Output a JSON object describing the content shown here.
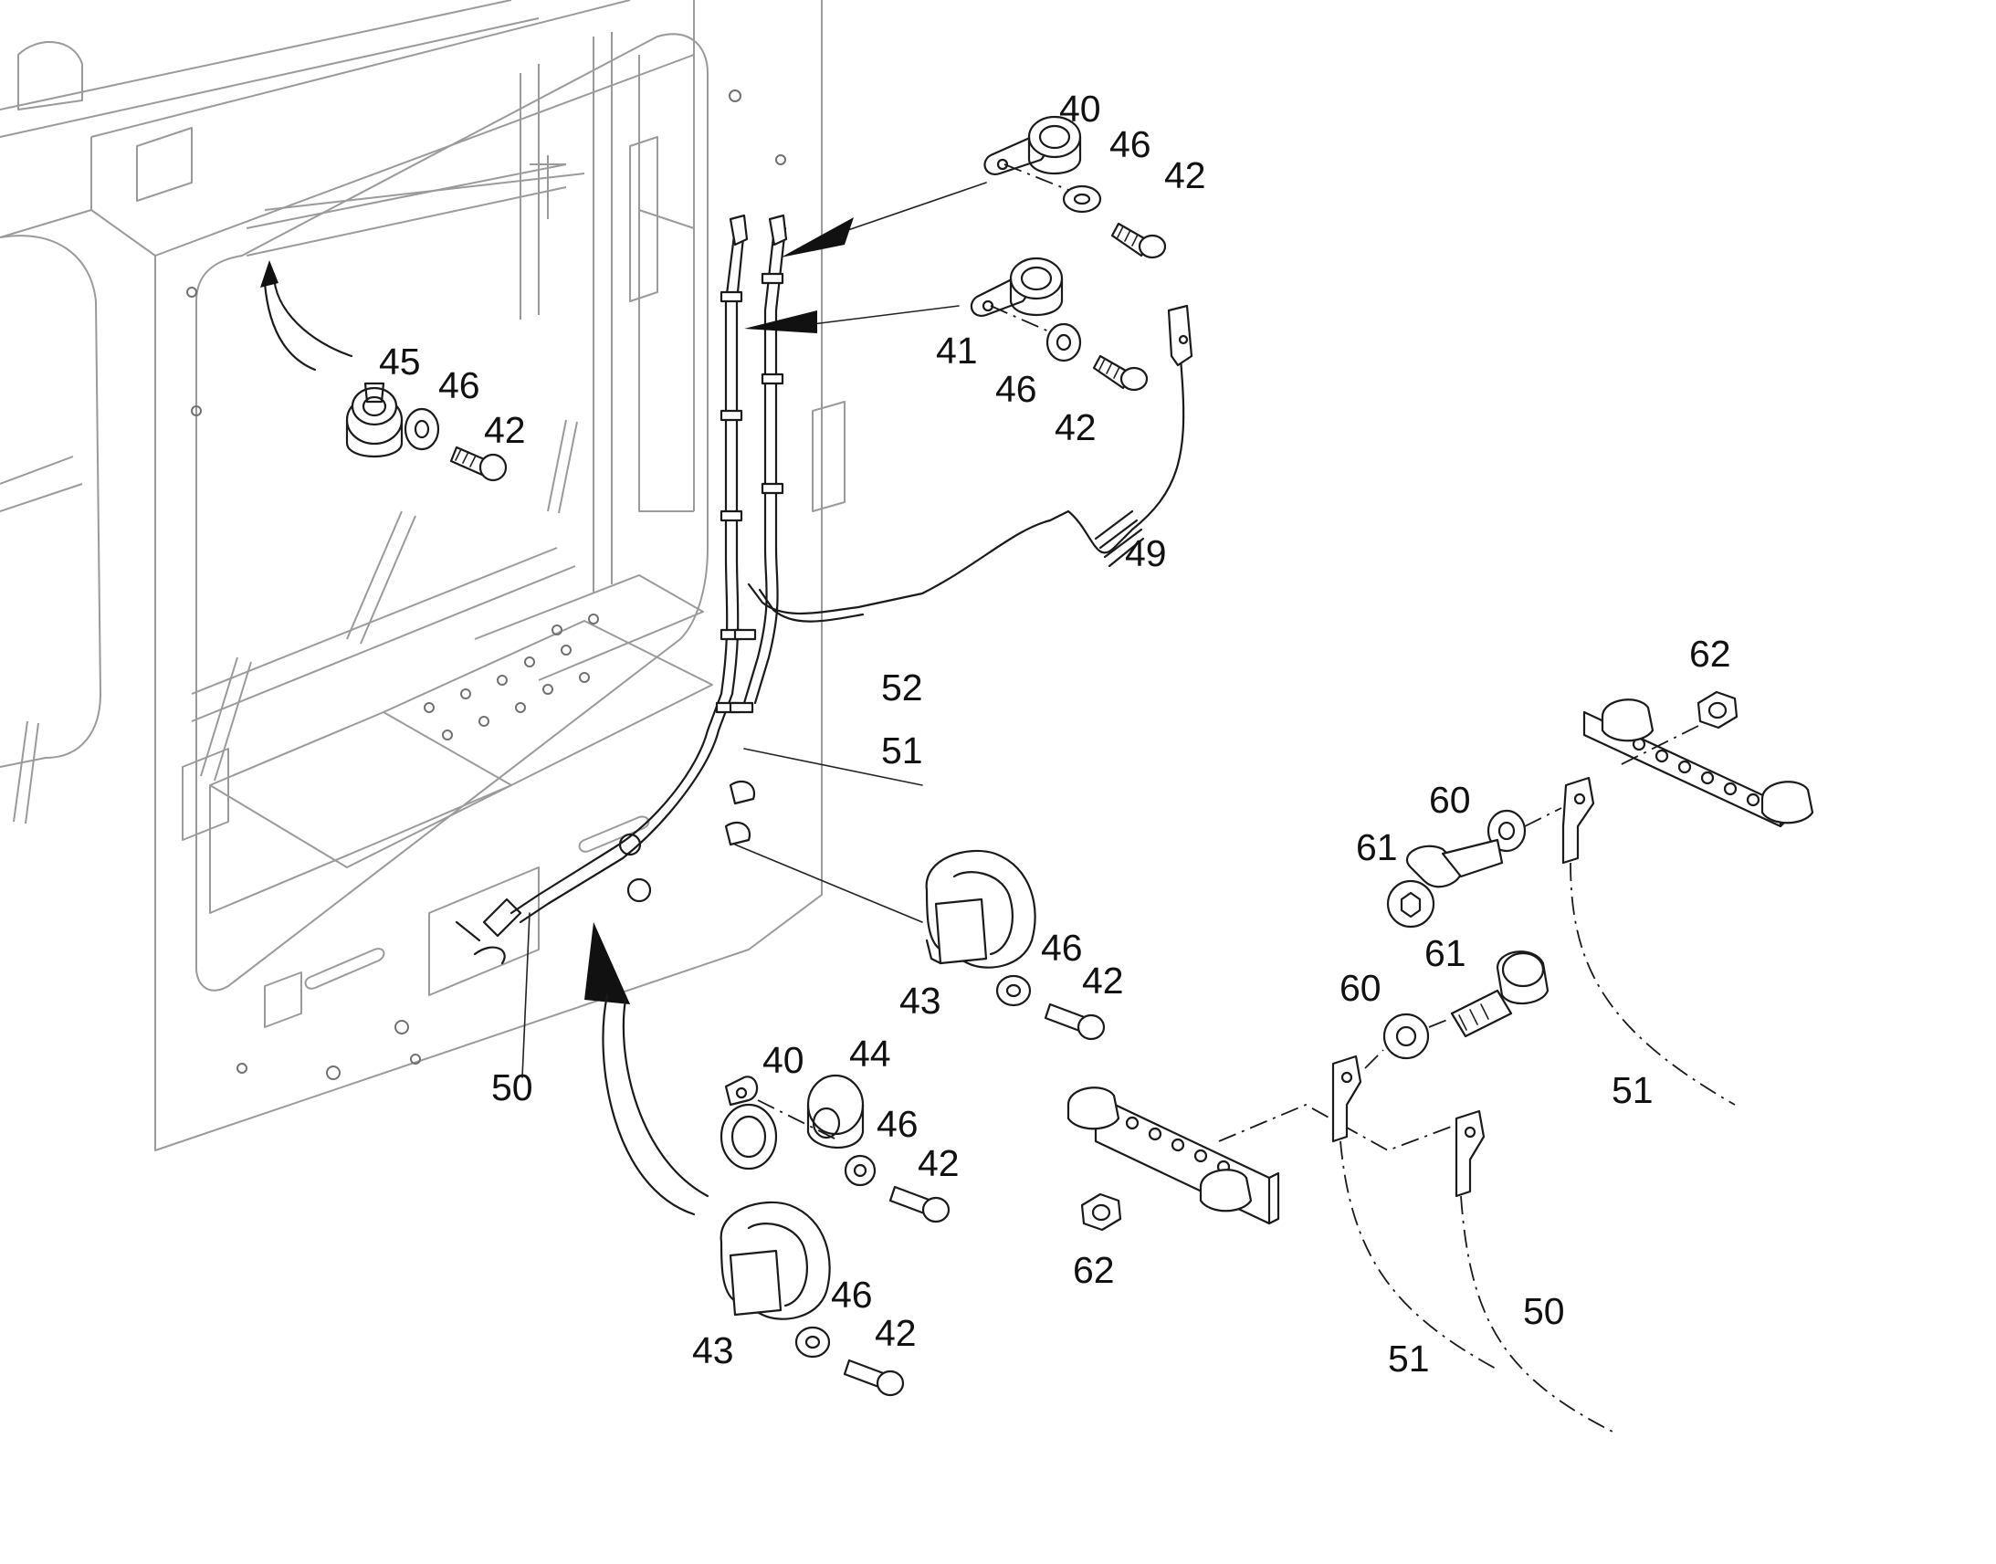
{
  "callouts": [
    {
      "id": "c40a",
      "text": "40"
    },
    {
      "id": "c46a",
      "text": "46"
    },
    {
      "id": "c42a",
      "text": "42"
    },
    {
      "id": "c41",
      "text": "41"
    },
    {
      "id": "c46b",
      "text": "46"
    },
    {
      "id": "c42b",
      "text": "42"
    },
    {
      "id": "c45",
      "text": "45"
    },
    {
      "id": "c46c",
      "text": "46"
    },
    {
      "id": "c42c",
      "text": "42"
    },
    {
      "id": "c49",
      "text": "49"
    },
    {
      "id": "c52",
      "text": "52"
    },
    {
      "id": "c51a",
      "text": "51"
    },
    {
      "id": "c50a",
      "text": "50"
    },
    {
      "id": "c43a",
      "text": "43"
    },
    {
      "id": "c46d",
      "text": "46"
    },
    {
      "id": "c42d",
      "text": "42"
    },
    {
      "id": "c40b",
      "text": "40"
    },
    {
      "id": "c44",
      "text": "44"
    },
    {
      "id": "c46e",
      "text": "46"
    },
    {
      "id": "c42e",
      "text": "42"
    },
    {
      "id": "c43b",
      "text": "43"
    },
    {
      "id": "c46f",
      "text": "46"
    },
    {
      "id": "c42f",
      "text": "42"
    },
    {
      "id": "c62a",
      "text": "62"
    },
    {
      "id": "c60a",
      "text": "60"
    },
    {
      "id": "c61a",
      "text": "61"
    },
    {
      "id": "c51b",
      "text": "51"
    },
    {
      "id": "c61b",
      "text": "61"
    },
    {
      "id": "c60b",
      "text": "60"
    },
    {
      "id": "c62b",
      "text": "62"
    },
    {
      "id": "c51c",
      "text": "51"
    },
    {
      "id": "c50b",
      "text": "50"
    }
  ]
}
